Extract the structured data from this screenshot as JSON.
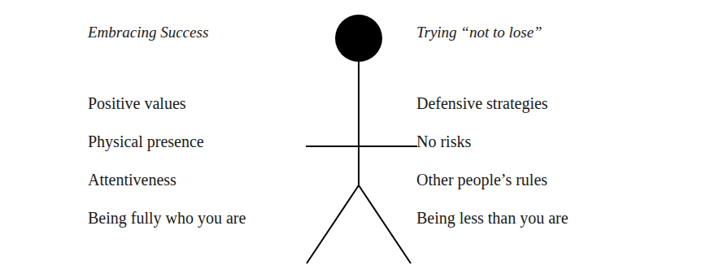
{
  "diagram": {
    "labels": [
      "Embracing Success",
      "Positive values",
      "Physical presence",
      "Attentiveness",
      "Being fully who you are",
      "Trying “not to lose”",
      "Defensive strategies",
      "No risks",
      "Other people’s rules",
      "Being less than you are"
    ]
  }
}
